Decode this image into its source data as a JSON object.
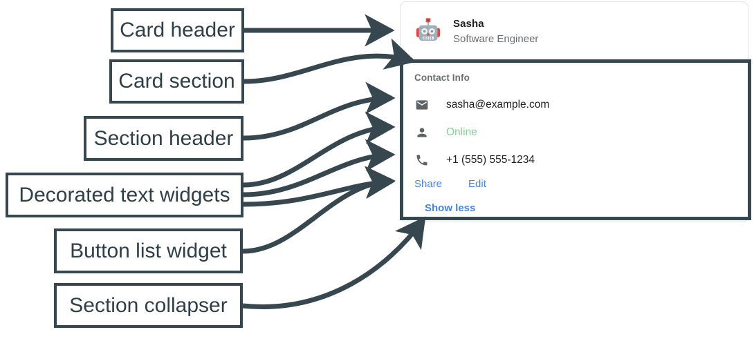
{
  "annotations": [
    {
      "id": "card-header",
      "label": "Card header"
    },
    {
      "id": "card-section",
      "label": "Card section"
    },
    {
      "id": "section-header",
      "label": "Section header"
    },
    {
      "id": "decorated-text",
      "label": "Decorated text widgets"
    },
    {
      "id": "button-list",
      "label": "Button list widget"
    },
    {
      "id": "section-collapser",
      "label": "Section collapser"
    }
  ],
  "card": {
    "header": {
      "avatar_icon": "robot-avatar-icon",
      "title": "Sasha",
      "subtitle": "Software Engineer"
    },
    "section": {
      "header": "Contact Info",
      "text_widgets": [
        {
          "icon": "email-icon",
          "text": "sasha@example.com",
          "color": "#202124"
        },
        {
          "icon": "person-icon",
          "text": "Online",
          "color": "#81d394"
        },
        {
          "icon": "phone-icon",
          "text": "+1 (555) 555-1234",
          "color": "#202124"
        }
      ],
      "buttons": [
        {
          "label": "Share"
        },
        {
          "label": "Edit"
        }
      ],
      "collapser": {
        "label": "Show less"
      }
    }
  },
  "colors": {
    "annotation_stroke": "#37474f",
    "card_border": "#e3e3e3",
    "link_blue": "#3f86f4",
    "status_green": "#81d394",
    "text_primary": "#202124",
    "text_secondary": "#6b6f73"
  }
}
